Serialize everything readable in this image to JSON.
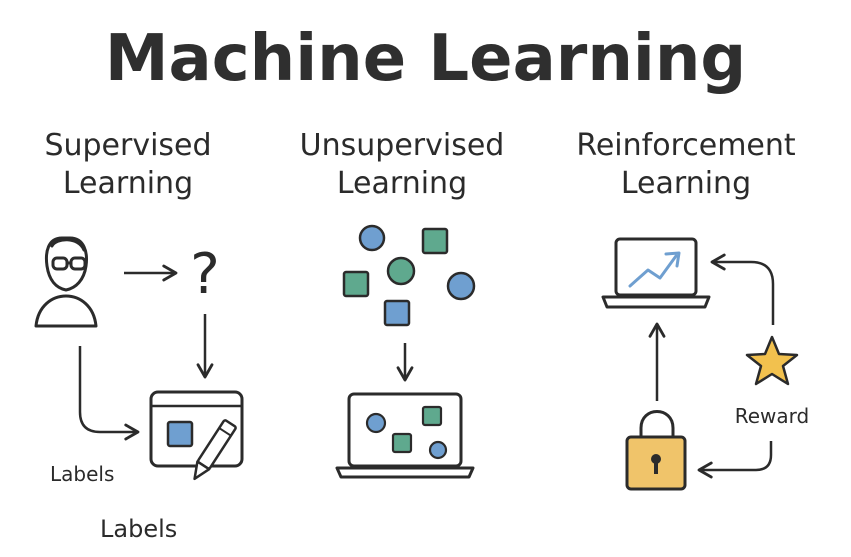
{
  "title": "Machine Learning",
  "columns": [
    {
      "heading_line1": "Supervised",
      "heading_line2": "Learning"
    },
    {
      "heading_line1": "Unsupervised",
      "heading_line2": "Learning"
    },
    {
      "heading_line1": "Reinforcement",
      "heading_line2": "Learning"
    }
  ],
  "supervised": {
    "question_mark": "?",
    "labels_small": "Labels",
    "labels_large": "Labels"
  },
  "reinforcement": {
    "reward_label": "Reward"
  },
  "colors": {
    "blue": "#6f9fd0",
    "green": "#5fa98e",
    "star": "#f2c14e",
    "lock": "#f0c46a",
    "stroke": "#2b2b2b",
    "trend": "#6f9fd0"
  },
  "icons": [
    "person-icon",
    "question-icon",
    "tablet-pencil-icon",
    "laptop-icon",
    "star-icon",
    "lock-icon"
  ]
}
